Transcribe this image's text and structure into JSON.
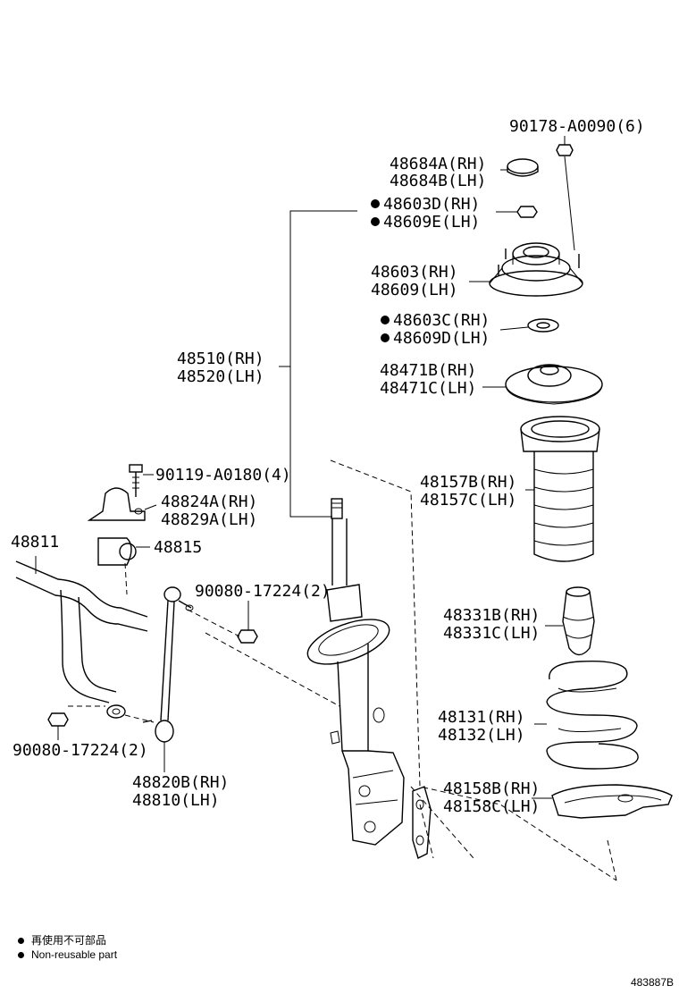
{
  "labels": {
    "p90178": "90178-A0090(6)",
    "p48684a": "48684A(RH)",
    "p48684b": "48684B(LH)",
    "p48603d": "48603D(RH)",
    "p48609e": "48609E(LH)",
    "p48603": "48603(RH)",
    "p48609": "48609(LH)",
    "p48603c": "48603C(RH)",
    "p48609d": "48609D(LH)",
    "p48510": "48510(RH)",
    "p48520": "48520(LH)",
    "p48471b": "48471B(RH)",
    "p48471c": "48471C(LH)",
    "p90119": "90119-A0180(4)",
    "p48824a": "48824A(RH)",
    "p48829a": "48829A(LH)",
    "p48157b": "48157B(RH)",
    "p48157c": "48157C(LH)",
    "p48811": "48811",
    "p48815": "48815",
    "p90080a": "90080-17224(2)",
    "p48331b": "48331B(RH)",
    "p48331c": "48331C(LH)",
    "p48131": "48131(RH)",
    "p48132": "48132(LH)",
    "p90080b": "90080-17224(2)",
    "p48820b": "48820B(RH)",
    "p48810": "48810(LH)",
    "p48158b": "48158B(RH)",
    "p48158c": "48158C(LH)"
  },
  "legend": {
    "line1": "再使用不可部品",
    "line2": "Non-reusable part"
  },
  "figure_id": "483887B",
  "colors": {
    "ink": "#000000",
    "background": "#ffffff"
  }
}
